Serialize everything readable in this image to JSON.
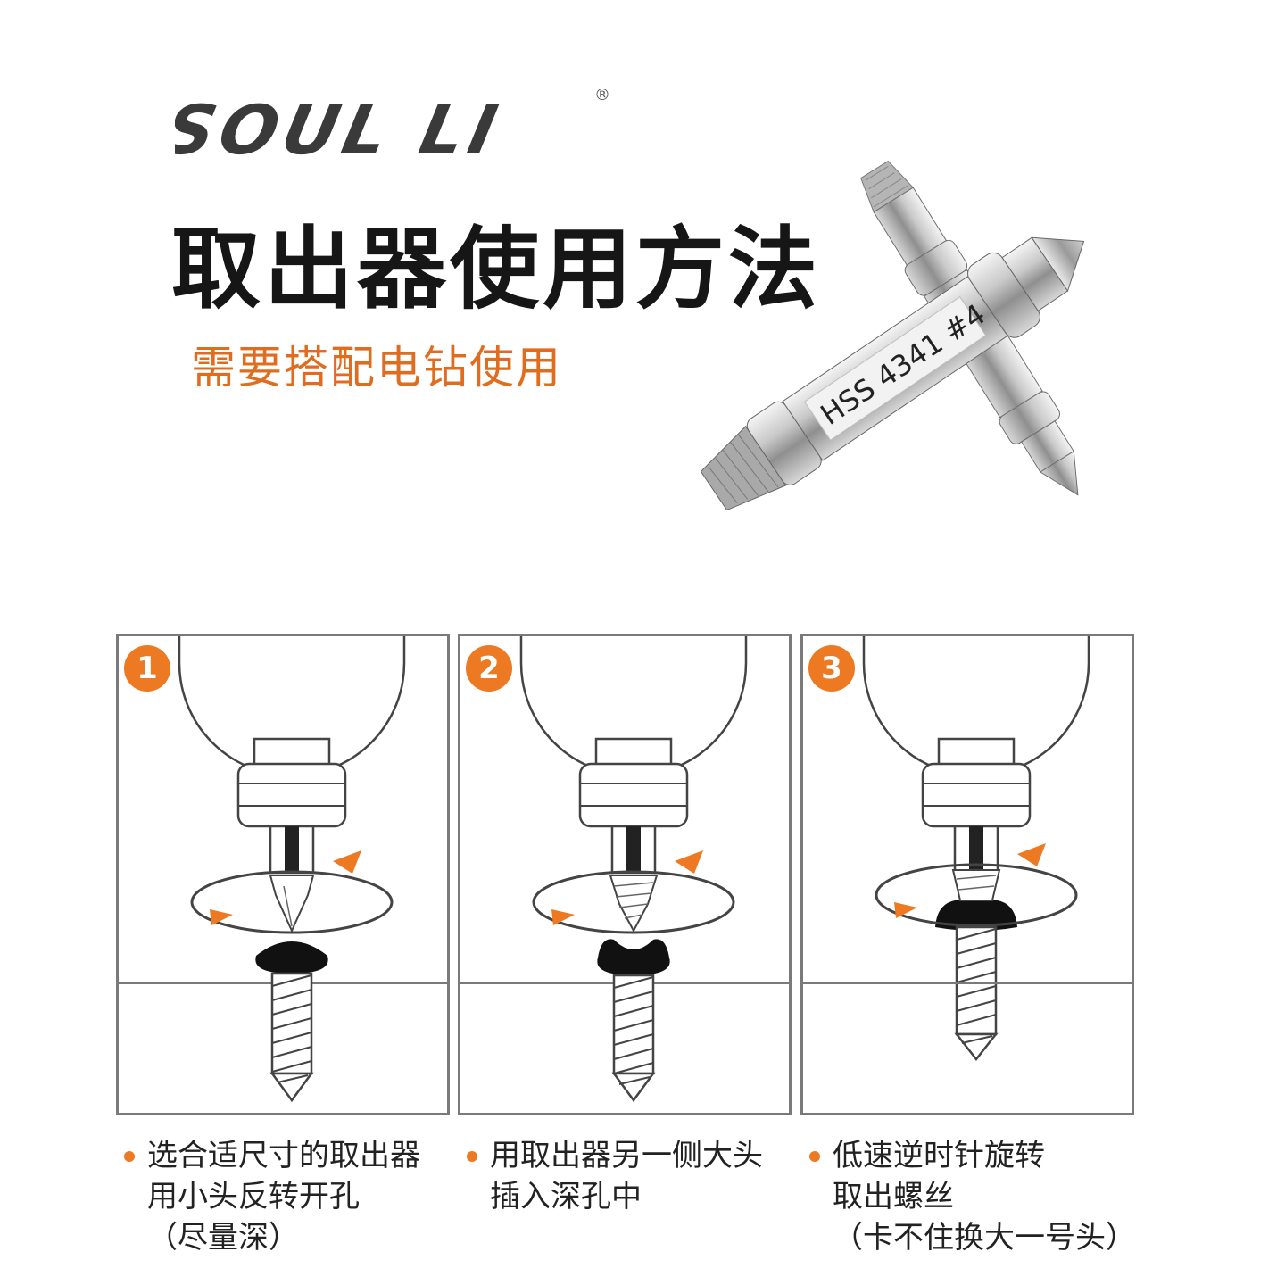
{
  "brand": {
    "name": "SOUL LI",
    "registered_mark": "®"
  },
  "title": "取出器使用方法",
  "subtitle": "需要搭配电钻使用",
  "product": {
    "engraving": "HSS 4341 #4"
  },
  "steps": [
    {
      "number": "1",
      "lines": [
        "选合适尺寸的取出器",
        "用小头反转开孔",
        "（尽量深）"
      ]
    },
    {
      "number": "2",
      "lines": [
        "用取出器另一侧大头",
        "插入深孔中"
      ]
    },
    {
      "number": "3",
      "lines": [
        "低速逆时针旋转",
        "取出螺丝",
        "（卡不住换大一号头）"
      ]
    }
  ],
  "colors": {
    "accent": "#ed7a22",
    "subtitle": "#e06d1f",
    "title": "#161616",
    "panel_border": "#7a7a7a"
  },
  "icons": [
    "rotation-arrow-icon",
    "drill-icon",
    "screw-icon",
    "extractor-bit-icon"
  ]
}
